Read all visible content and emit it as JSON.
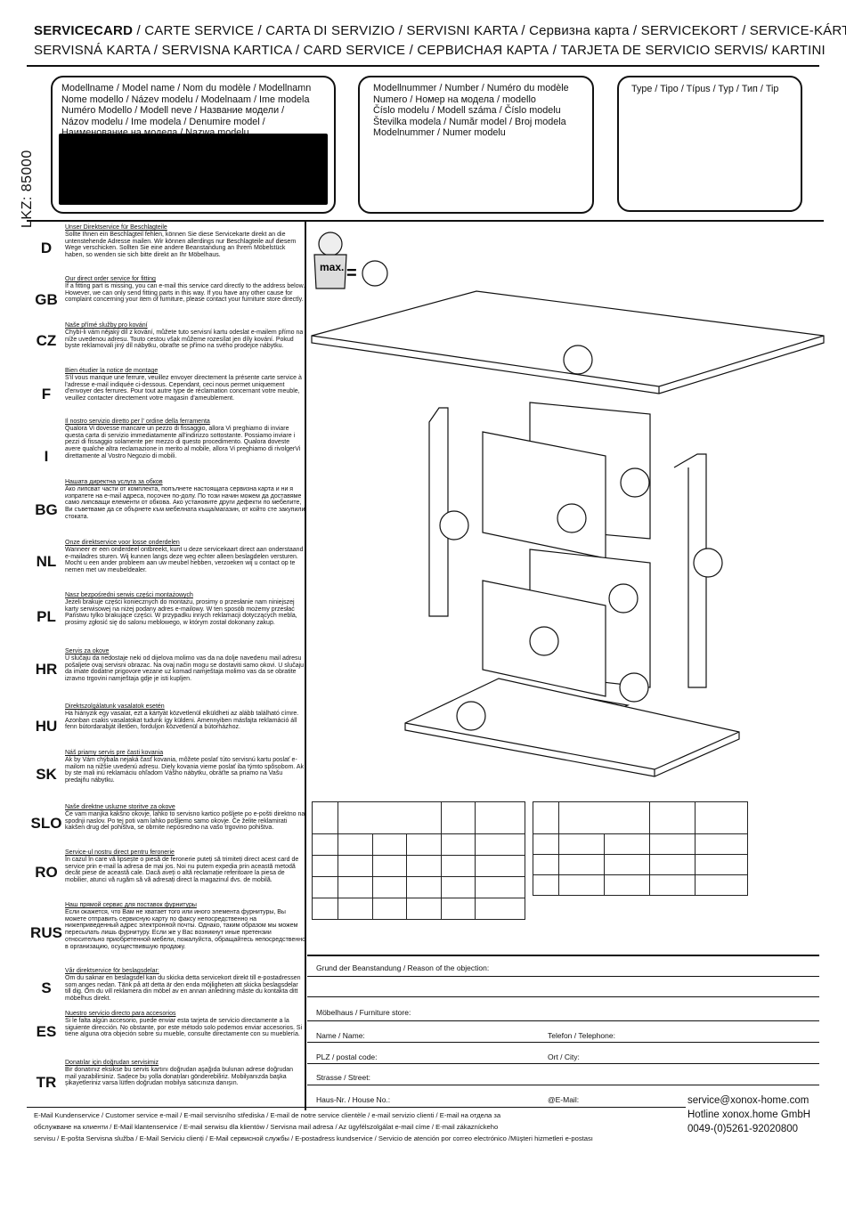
{
  "header": {
    "line1_bold": "SERVICECARD",
    "line1_rest": " / CARTE SERVICE / CARTA DI SERVIZIO / SERVISNI KARTA / Сервизна карта / SERVICEKORT / SERVICE-KÁRTYA /",
    "line2": "SERVISNÁ KARTA / SERVISNA KARTICA / CARD SERVICE / СЕРВИСНАЯ КАРТА / TARJETA DE SERVICIO SERVIS/ KARTINI"
  },
  "lkz": "LKZ: 85000",
  "model_name_box": [
    "Modellname / Model name / Nom du modèle / Modellnamn",
    "Nome modello / Název modelu / Modelnaam / Ime modela",
    "Numéro Modello / Modell neve / Название модели /",
    "Názov modelu / Ime modela / Denumire model /",
    "Наименование на модела / Nazwa modelu"
  ],
  "model_number_box": [
    "Modellnummer / Number / Numéro du modèle",
    "Numero /  Номер на модела / modello",
    "Číslo modelu / Modell száma / Číslo modelu",
    "Številka modela / Număr model / Broj modela",
    "Modelnummer / Numer modelu"
  ],
  "type_box": "Type / Tipo / Típus / Typ / Тип / Tip",
  "max_label": "max.",
  "equals_sign": "=",
  "languages": [
    {
      "code": "D",
      "title": "Unser Direktservice für Beschlagteile",
      "text": "Sollte Ihnen ein Beschlagteil fehlen, können Sie diese Servicekarte direkt an die untenstehende Adresse mailen. Wir können allerdings nur Beschlagteile auf diesem Wege verschicken. Sollten Sie eine andere Beanstandung an Ihrem Möbelstück haben, so wenden sie sich bitte direkt an Ihr Möbelhaus."
    },
    {
      "code": "GB",
      "title": "Our direct order service for fitting",
      "text": "If a fitting part is missing, you can e-mail this service card directly to the address below. However, we can only send fitting parts in this way. If you have any other cause for complaint concerning your item of furniture, please contact your furniture store directly."
    },
    {
      "code": "CZ",
      "title": "Naše přímé služby pro kování",
      "text": "Chybí-li vám nějaký díl z kování, můžete tuto servisní kartu odeslat e-mailem přímo na níže uvedenou adresu. Touto cestou však můžeme rozesílat jen díly kování. Pokud byste reklamovali jiný díl nábytku, obraťte se přímo na svého prodejce nábytku."
    },
    {
      "code": "F",
      "title": "Bien étudier la notice de montage",
      "text": "S'il vous manque une ferrure, veuillez envoyer directement la présente carte service à l'adresse e-mail indiquée ci-dessous. Cependant, ceci nous permet uniquement d'envoyer des ferrures. Pour tout autre type de réclamation concernant votre meuble, veuillez contacter directement votre magasin d'ameublement."
    },
    {
      "code": "I",
      "title": "Il nostro servizio diretto per l' ordine della ferramenta",
      "text": "Qualora Vi dovesse mancare un pezzo di fissaggio, allora Vi preghiamo di inviare questa carta di servizio immediatamente all'indirizzo sottostante. Possiamo inviare i pezzi di fissaggio solamente per mezzo di questo procedimento. Qualora doveste avere qualche altra reclamazione in merito al mobile, allora Vi preghiamo di rivolgerVi direttamente al Vostro Negozio di mobili."
    },
    {
      "code": "BG",
      "title": "Нашата директна услуга за обков",
      "text": "Ако липсват части от комплекта, попълнете настоящата сервизна карта и ни я изпратете на e-mail адреса, посочен по-долу. По този начин можем да доставяме само липсващи елементи от обкова. Ако установите други дефекти по мебелите, Ви съветваме да се обърнете към мебелната къща/магазин, от който сте закупили стоката."
    },
    {
      "code": "NL",
      "title": "Onze direktservice voor losse onderdelen",
      "text": "Wanneer er een onderdeel ontbreekt, kunt u deze servicekaart direct aan onderstaand e-mailadres sturen. Wij kunnen langs deze weg echter alleen beslagdelen versturen. Mocht u een ander probleem aan uw meubel hebben, verzoeken wij u contact op te nemen met uw meubeldealer."
    },
    {
      "code": "PL",
      "title": "Nasz bezpośredni serwis części montażowych",
      "text": "Jeżeli brakuje części koniecznych do montażu, prosimy o przesłanie nam niniejszej karty serwisowej na niżej podany adres e-mailowy. W ten sposób możemy przesłać Państwu tylko brakujące części. W przypadku innych reklamacji dotyczących mebla, prosimy zgłosić się do salonu meblowego, w którym został dokonany zakup."
    },
    {
      "code": "HR",
      "title": "Servis za okove",
      "text": "U slučaju da nedostaje neki od dijelova molimo vas da na dolje navedenu mail adresu pošaljete ovaj servisni obrazac. Na ovaj način mogu se dostaviti samo okovi. U slučaju da imate dodatne prigovore vezane uz komad namještaja molimo vas da se obratite izravno trgovini namještaja gdje je isti kupljen."
    },
    {
      "code": "HU",
      "title": "Direktszolgálatunk vasalatok esetén",
      "text": "Ha hiányzik egy vasalat, ezt a kártyát közvetlenül elküldheti az alább található címre. Azonban csakis vasalatokat tudunk így küldeni. Amennyiben másfajta reklamáció áll fenn bútordarabját illetően, forduljon közvetlenül a bútorházhoz."
    },
    {
      "code": "SK",
      "title": "Náš priamy servis pre časti kovania",
      "text": "Ak by Vám chýbala nejaká časť kovania, môžete poslať túto servisnú kartu poslať e-mailom na nižšie uvedenú adresu. Diely kovania vieme poslať iba týmto spôsobom. Ak by ste mali inú reklamáciu ohľadom Vášho nábytku, obráťte sa priamo na Vašu predajňu nábytku."
    },
    {
      "code": "SLO",
      "title": "Naše direktne usluzne storitve za okove",
      "text": "Če vam manjka kakšno okovje, lahko to servisno kartico pošljete po e-pošti direktno na spodnji naslov. Po tej poti vam lahko pošljemo samo okovje. Če želite reklamirati kakšen drug del pohištva, se obrnite neposredno na vašo trgovino pohištva."
    },
    {
      "code": "RO",
      "title": "Service-ul nostru direct pentru feronerie",
      "text": "În cazul în care vă lipsește o piesă de feronerie puteți să trimiteți direct acest card de service prin e-mail la adresa de mai jos. Noi nu putem expedia prin această metodă decât piese de această cale. Dacă aveți o altă reclamație referitoare la piesa de mobilier, atunci vă rugăm să vă adresați direct la magazinul dvs. de mobilă."
    },
    {
      "code": "RUS",
      "title": "Наш прямой сервис для поставок фурнитуры",
      "text": "Если окажется, что Вам не хватает того или иного элемента фурнитуры, Вы можете отправить сервисную карту по факсу непосредственно на нижеприведенный адрес электронной почты. Однако, таким образом мы можем пересылать лишь фурнитуру. Если же у Вас возникнут иные претензии относительно приобретенной мебели, пожалуйста, обращайтесь непосредственно в организацию, осуществившую продажу."
    },
    {
      "code": "S",
      "title": "Vår direktservice för beslagsdelar:",
      "text": "Om du saknar en beslagsdel kan du skicka detta servicekort direkt till e-postadressen som anges nedan. Tänk på att detta är den enda möjligheten att skicka beslagsdelar till dig. Om du vill reklamera din möbel av en annan anledning måste du kontakta ditt möbelhus direkt."
    },
    {
      "code": "ES",
      "title": "Nuestro servicio directo para accesorios",
      "text": "Si le falta algún accesorio, puede enviar esta tarjeta de servicio directamente a la siguiente dirección. No obstante, por este método solo podemos enviar accesorios. Si tiene alguna otra objeción sobre su mueble, consulte directamente con su mueblería."
    },
    {
      "code": "TR",
      "title": "Donatılar için doğrudan servisimiz",
      "text": "Bir donatınız eksikse bu servis kartını doğrudan aşağıda bulunan adrese doğrudan mail yazabilirsiniz. Sadece bu yolla donatıları gönderebiliriz. Mobilyanızda başka şikayetleriniz varsa lütfen doğrudan mobilya satıcınıza danışın."
    }
  ],
  "form": {
    "objection": "Grund der Beanstandung / Reason of the objection:",
    "store": "Möbelhaus / Furniture store:",
    "name": "Name / Name:",
    "phone": "Telefon / Telephone:",
    "plz": "PLZ / postal code:",
    "city": "Ort / City:",
    "street": "Strasse / Street:",
    "house_no": "Haus-Nr. / House No.:",
    "email": "@E-Mail:"
  },
  "service": {
    "email": "service@xonox-home.com",
    "hotline": "Hotline xonox.home GmbH",
    "phone": "0049-(0)5261-92020800"
  },
  "footer": [
    "E-Mail Kundenservice / Customer service e-mail / E-mail servisního střediska / E-mail de notre service clientèle / e-mail servizio clienti / E-mail на отдела за",
    "обслужване на клиенти / E-Mail klantenservice / E-mail serwisu dla klientów / Servisna mail adresa / Az ügyfélszolgálat e-mail címe / E-mail zákazníckeho",
    "servisu / E-pošta Servisna služba / E-Mail Serviciu clienți / E-Mail сервисной службы / E-postadress kundservice / Servicio de atención por correo electrónico /Müşteri hizmetleri e-postası"
  ]
}
